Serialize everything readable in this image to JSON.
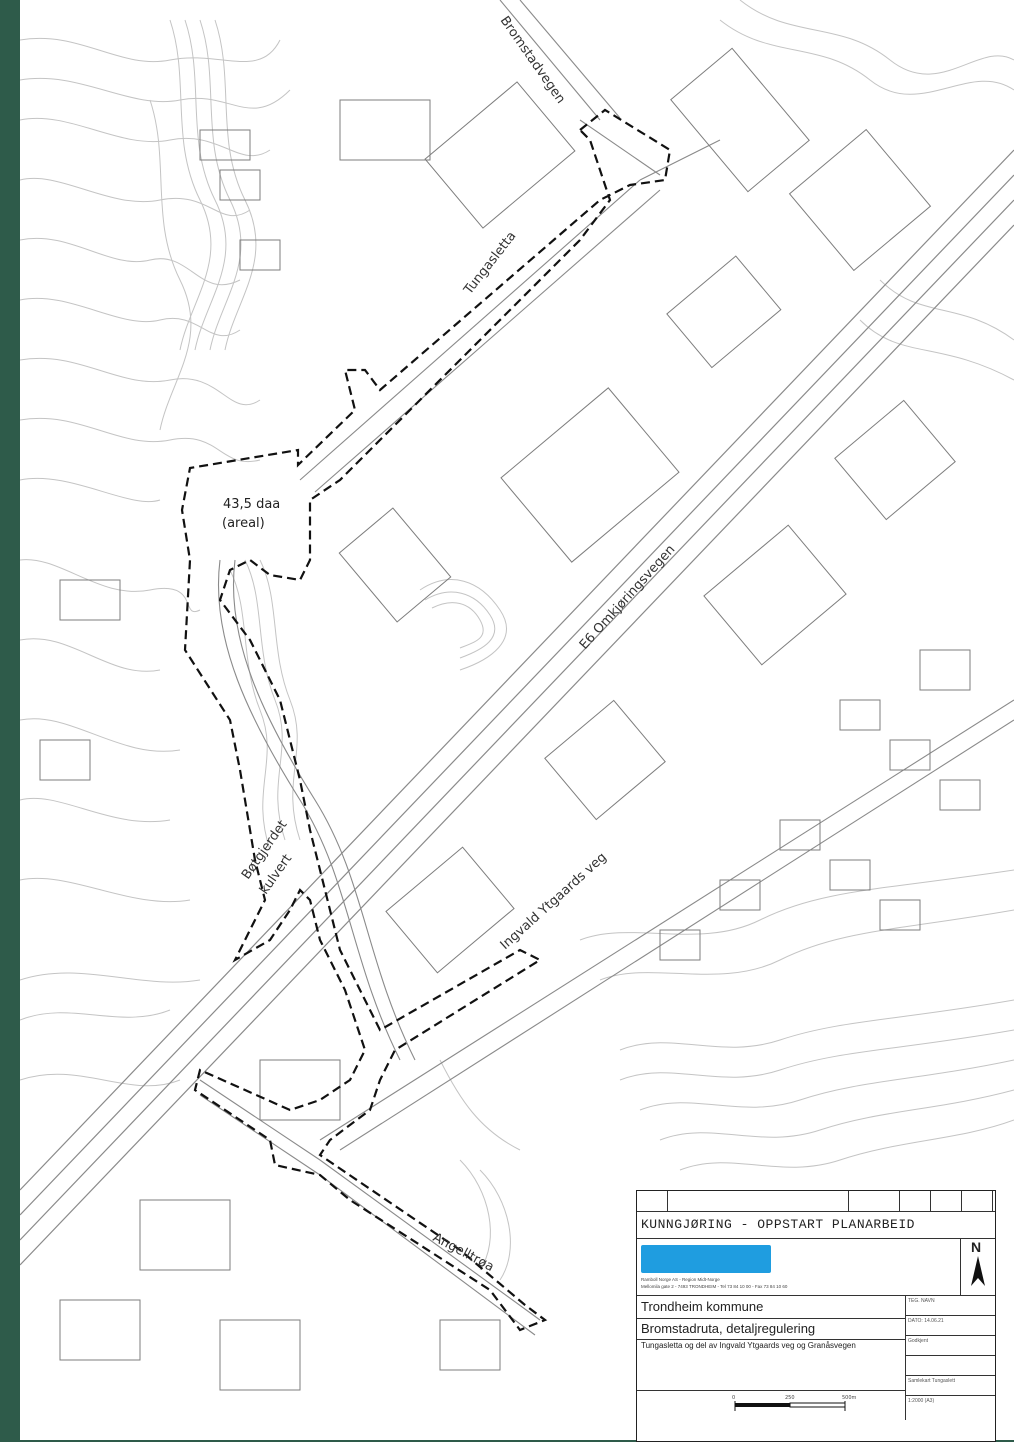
{
  "map": {
    "road_labels": [
      "Bromstadvegen",
      "Tungasletta",
      "E6 Omkjøringsvegen",
      "Ingvald Ytgaards veg",
      "Angelltrøa"
    ],
    "area_label_line1": "43,5 daa",
    "area_label_line2": "(areal)",
    "culvert_label_line1": "Bøtgjerdet",
    "culvert_label_line2": "kulvert"
  },
  "title_block": {
    "heading": "KUNNGJØRING - OPPSTART PLANARBEID",
    "address_line1": "Ramboll Norge AS - Region Midt-Norge",
    "address_line2": "Mellomila gate 2 - 7493 TRONDHEIM - Tel 73 84 10 00 - Fax 73 84 10 60",
    "north_letter": "N",
    "municipality": "Trondheim kommune",
    "project": "Bromstadruta, detaljregulering",
    "description": "Tungasletta og del av Ingvald Ytgaards veg og Granåsvegen",
    "scale_ticks": [
      "0",
      "250",
      "500m"
    ],
    "side_cells": [
      "TEG. NAVN",
      "DATO: 14.06.21",
      "Godkjent",
      "",
      "Samlekart Tungaslett",
      "1:2000 (A3)"
    ]
  },
  "colors": {
    "frame": "#2e5b4a",
    "boundary": "#111111",
    "contour": "#bdbdbd",
    "building": "#8c8c8c",
    "logo": "#1f9de0"
  }
}
